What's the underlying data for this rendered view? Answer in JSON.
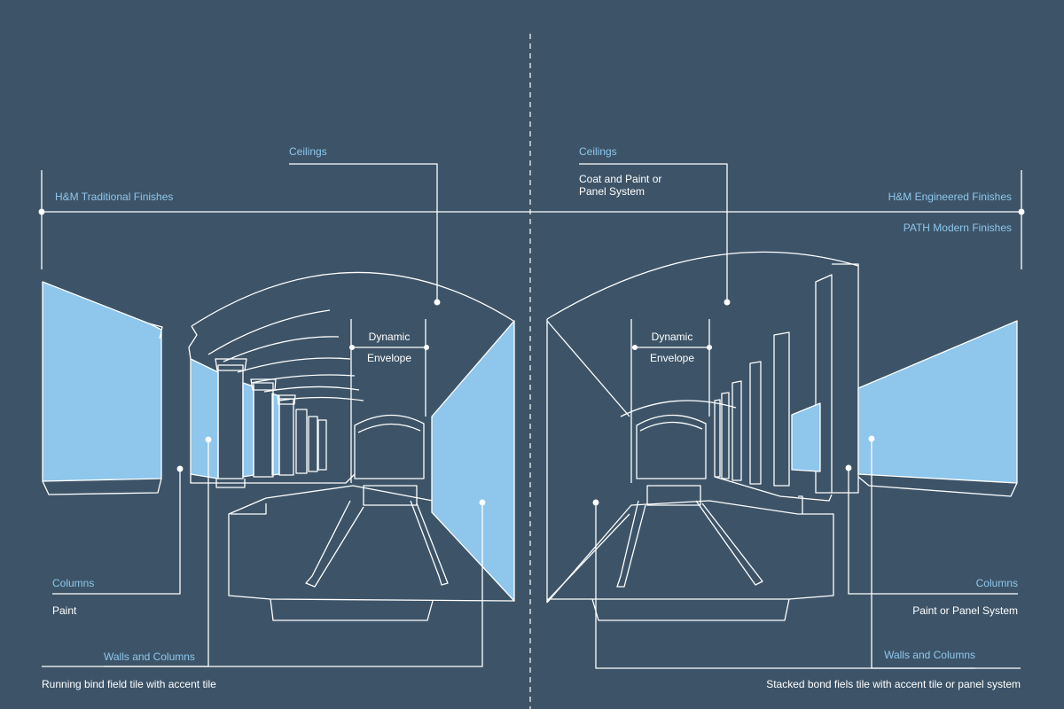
{
  "left": {
    "header": "H&M Traditional Finishes",
    "ceilings_label": "Ceilings",
    "dynamic_envelope": [
      "Dynamic",
      "Envelope"
    ],
    "columns_label": "Columns",
    "columns_value": "Paint",
    "walls_label": "Walls and Columns",
    "walls_value": "Running bind field tile with accent tile"
  },
  "right": {
    "ceilings_label": "Ceilings",
    "ceilings_value": "Coat and Paint or\nPanel System",
    "header_top": "H&M Engineered Finishes",
    "header_bottom": "PATH Modern Finishes",
    "dynamic_envelope": [
      "Dynamic",
      "Envelope"
    ],
    "columns_label": "Columns",
    "columns_value": "Paint or Panel System",
    "walls_label": "Walls and Columns",
    "walls_value": "Stacked bond fiels tile with accent tile or panel system"
  },
  "colors": {
    "background": "#3d5468",
    "accent_fill": "#8ec6ec",
    "line": "#ffffff",
    "label": "#8ec6ec"
  }
}
